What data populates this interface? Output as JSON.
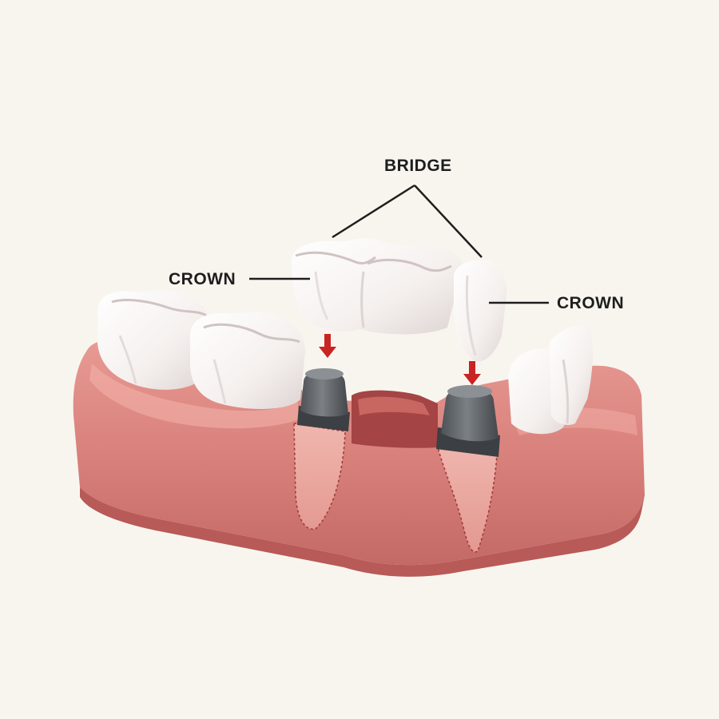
{
  "labels": {
    "bridge": "BRIDGE",
    "crown_left": "CROWN",
    "crown_right": "CROWN"
  },
  "colors": {
    "background": "#f8f5ef",
    "gum": "#d9817c",
    "gum_light": "#f1b0a7",
    "gum_dark": "#b85a57",
    "tooth": "#f7f3f1",
    "tooth_shadow": "#dcd3d1",
    "abutment": "#5d6165",
    "arrow": "#c92324",
    "leader_line": "#1e1e1e"
  }
}
